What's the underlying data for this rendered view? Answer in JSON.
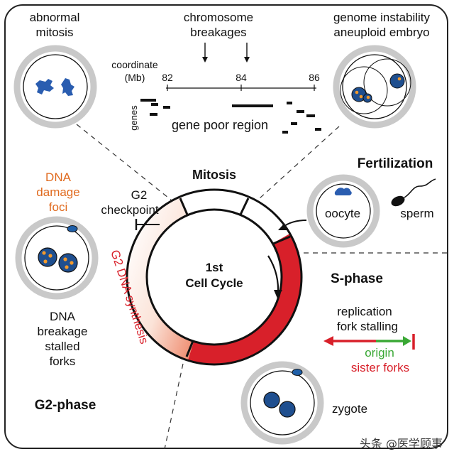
{
  "diagram": {
    "center": {
      "line1": "1st",
      "line2": "Cell Cycle"
    },
    "phases": {
      "mitosis": "Mitosis",
      "fertilization": "Fertilization",
      "s_phase": "S-phase",
      "g2_phase": "G2-phase"
    },
    "g2_synthesis": "G2 DNA synthesis",
    "g2_checkpoint": {
      "line1": "G2",
      "line2": "checkpoint"
    },
    "dna_damage": {
      "line1": "DNA",
      "line2": "damage",
      "line3": "foci"
    },
    "dna_breakage": {
      "line1": "DNA",
      "line2": "breakage",
      "line3": "stalled",
      "line4": "forks"
    },
    "abnormal_mitosis": {
      "line1": "abnormal",
      "line2": "mitosis"
    },
    "chromosome_breakages": {
      "line1": "chromosome",
      "line2": "breakages"
    },
    "genome_instability": {
      "line1": "genome instability",
      "line2": "aneuploid embryo"
    },
    "coordinate": {
      "line1": "coordinate",
      "line2": "(Mb)",
      "ticks": [
        "82",
        "84",
        "86"
      ]
    },
    "genes_label": "genes",
    "gene_poor_region": "gene poor region",
    "oocyte": "oocyte",
    "sperm": "sperm",
    "replication": {
      "line1": "replication",
      "line2": "fork stalling"
    },
    "origin": "origin",
    "sister_forks": "sister forks",
    "zygote": "zygote",
    "watermark": "头条 @医学顾事",
    "colors": {
      "red": "#d8202a",
      "orange": "#e06a1e",
      "green": "#3aa835",
      "nucleus_blue": "#1f5fa8",
      "cell_gray": "#c9c9c9"
    }
  }
}
